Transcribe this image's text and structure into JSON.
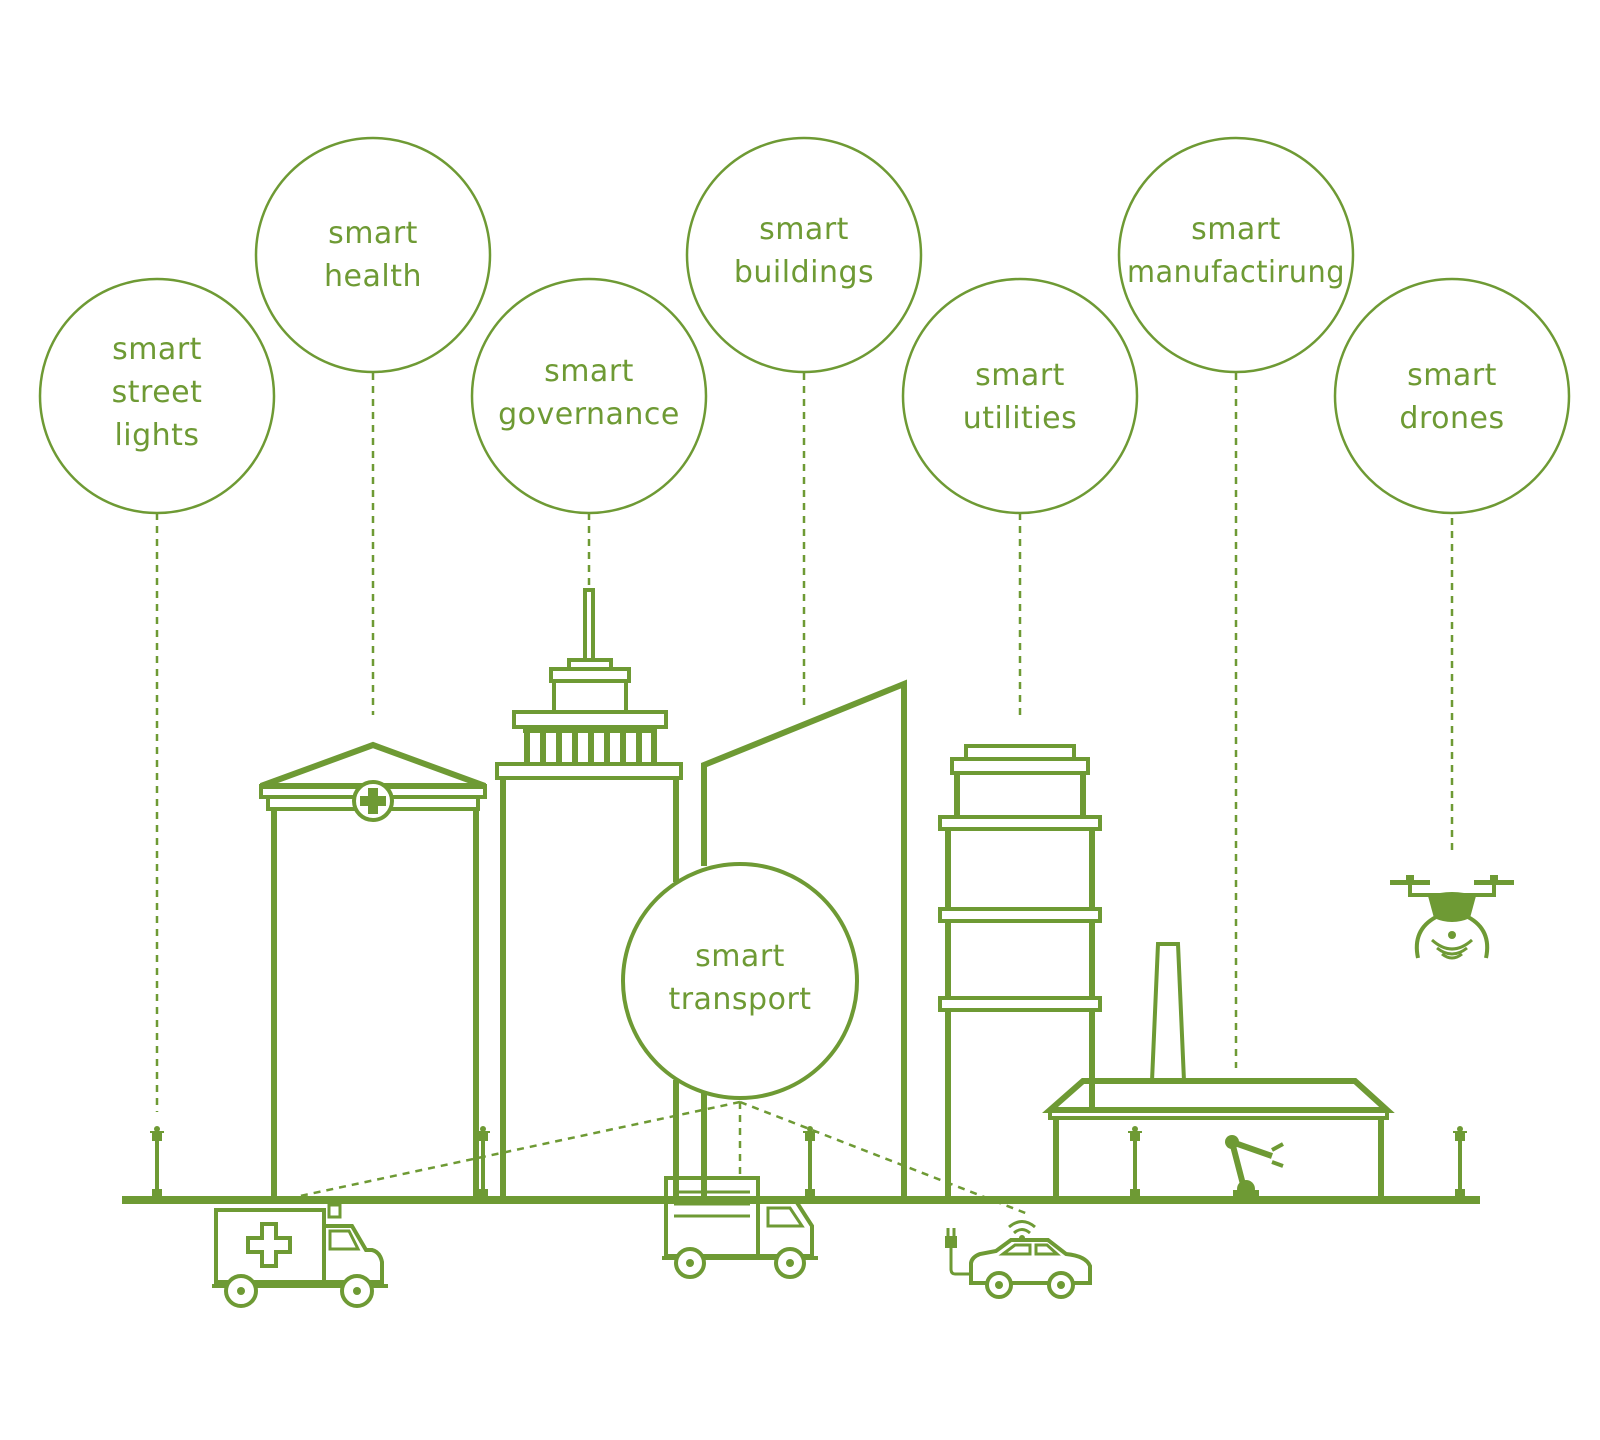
{
  "colors": {
    "accent": "#6e9a34",
    "background": "#ffffff"
  },
  "nodes": [
    {
      "id": "street-lights",
      "lines": [
        "smart",
        "street",
        "lights"
      ]
    },
    {
      "id": "health",
      "lines": [
        "smart",
        "health"
      ]
    },
    {
      "id": "governance",
      "lines": [
        "smart",
        "governance"
      ]
    },
    {
      "id": "buildings",
      "lines": [
        "smart",
        "buildings"
      ]
    },
    {
      "id": "utilities",
      "lines": [
        "smart",
        "utilities"
      ]
    },
    {
      "id": "manufacturing",
      "lines": [
        "smart",
        "manufactirung"
      ]
    },
    {
      "id": "drones",
      "lines": [
        "smart",
        "drones"
      ]
    },
    {
      "id": "transport",
      "lines": [
        "smart",
        "transport"
      ]
    }
  ],
  "icons": [
    "hospital-building-icon",
    "government-building-icon",
    "office-building-icon",
    "utility-tower-icon",
    "factory-icon",
    "robot-arm-icon",
    "drone-icon",
    "ambulance-icon",
    "delivery-truck-icon",
    "electric-car-icon",
    "street-lamp-icon"
  ]
}
